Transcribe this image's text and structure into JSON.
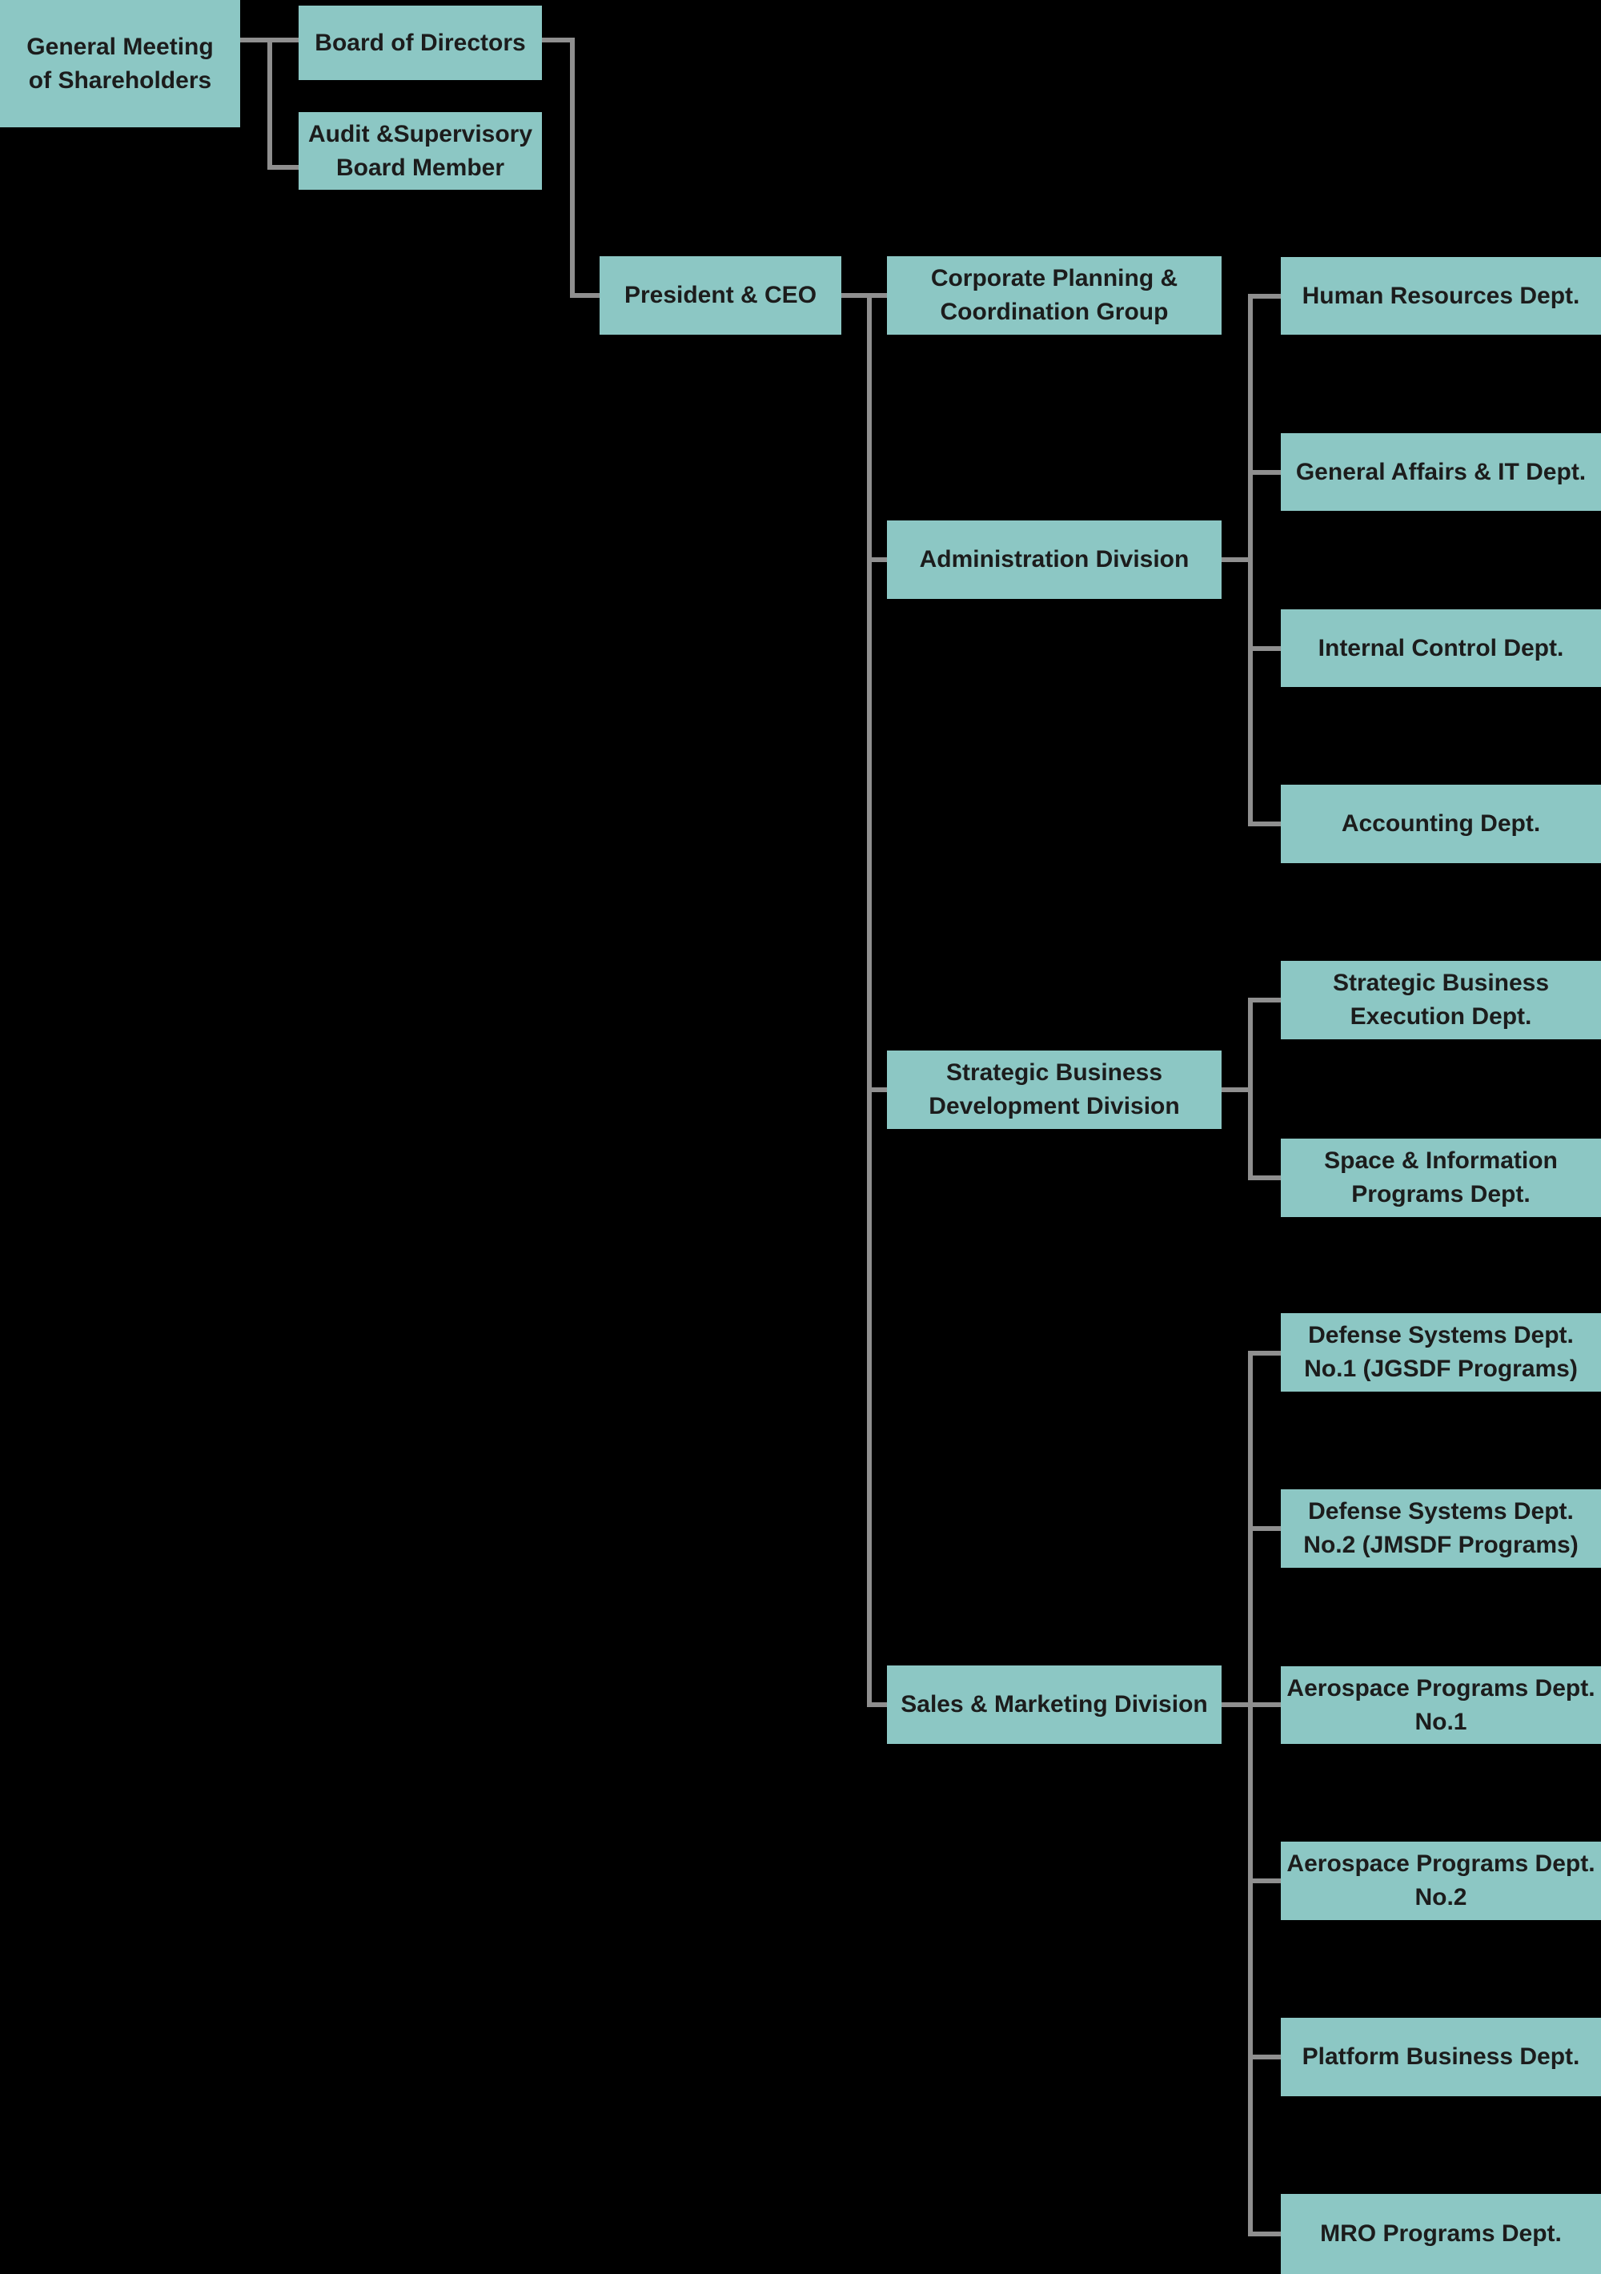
{
  "chart_meta": {
    "type": "org-chart",
    "background_color": "#000000",
    "box_fill_color": "#8CC7C4",
    "connector_color": "#8F8F8F",
    "text_color": "#1C1C1C"
  },
  "org_chart": {
    "nodes": {
      "general_meeting": {
        "label": "General Meeting\nof Shareholders"
      },
      "board_of_directors": {
        "label": "Board of Directors"
      },
      "audit_supervisory": {
        "label": "Audit &Supervisory\nBoard Member"
      },
      "president_ceo": {
        "label": "President & CEO"
      },
      "corporate_planning": {
        "label": "Corporate Planning &\nCoordination Group"
      },
      "administration": {
        "label": "Administration Division"
      },
      "strategic_business_dev": {
        "label": "Strategic Business\nDevelopment Division"
      },
      "sales_marketing": {
        "label": "Sales & Marketing Division"
      },
      "human_resources": {
        "label": "Human Resources Dept."
      },
      "general_affairs_it": {
        "label": "General Affairs & IT Dept."
      },
      "internal_control": {
        "label": "Internal Control Dept."
      },
      "accounting": {
        "label": "Accounting Dept."
      },
      "strategic_business_exec": {
        "label": "Strategic Business\nExecution Dept."
      },
      "space_information": {
        "label": "Space & Information\nPrograms Dept."
      },
      "defense_1": {
        "label": "Defense Systems Dept.\nNo.1 (JGSDF Programs)"
      },
      "defense_2": {
        "label": "Defense Systems Dept.\nNo.2 (JMSDF Programs)"
      },
      "aerospace_1": {
        "label": "Aerospace Programs Dept.\nNo.1"
      },
      "aerospace_2": {
        "label": "Aerospace Programs Dept.\nNo.2"
      },
      "platform": {
        "label": "Platform  Business Dept."
      },
      "mro": {
        "label": "MRO Programs Dept."
      }
    },
    "hierarchy": {
      "general_meeting": [
        "board_of_directors",
        "audit_supervisory"
      ],
      "board_of_directors": [
        "president_ceo"
      ],
      "president_ceo": [
        "corporate_planning",
        "administration",
        "strategic_business_dev",
        "sales_marketing"
      ],
      "administration": [
        "human_resources",
        "general_affairs_it",
        "internal_control",
        "accounting"
      ],
      "strategic_business_dev": [
        "strategic_business_exec",
        "space_information"
      ],
      "sales_marketing": [
        "defense_1",
        "defense_2",
        "aerospace_1",
        "aerospace_2",
        "platform",
        "mro"
      ]
    }
  }
}
